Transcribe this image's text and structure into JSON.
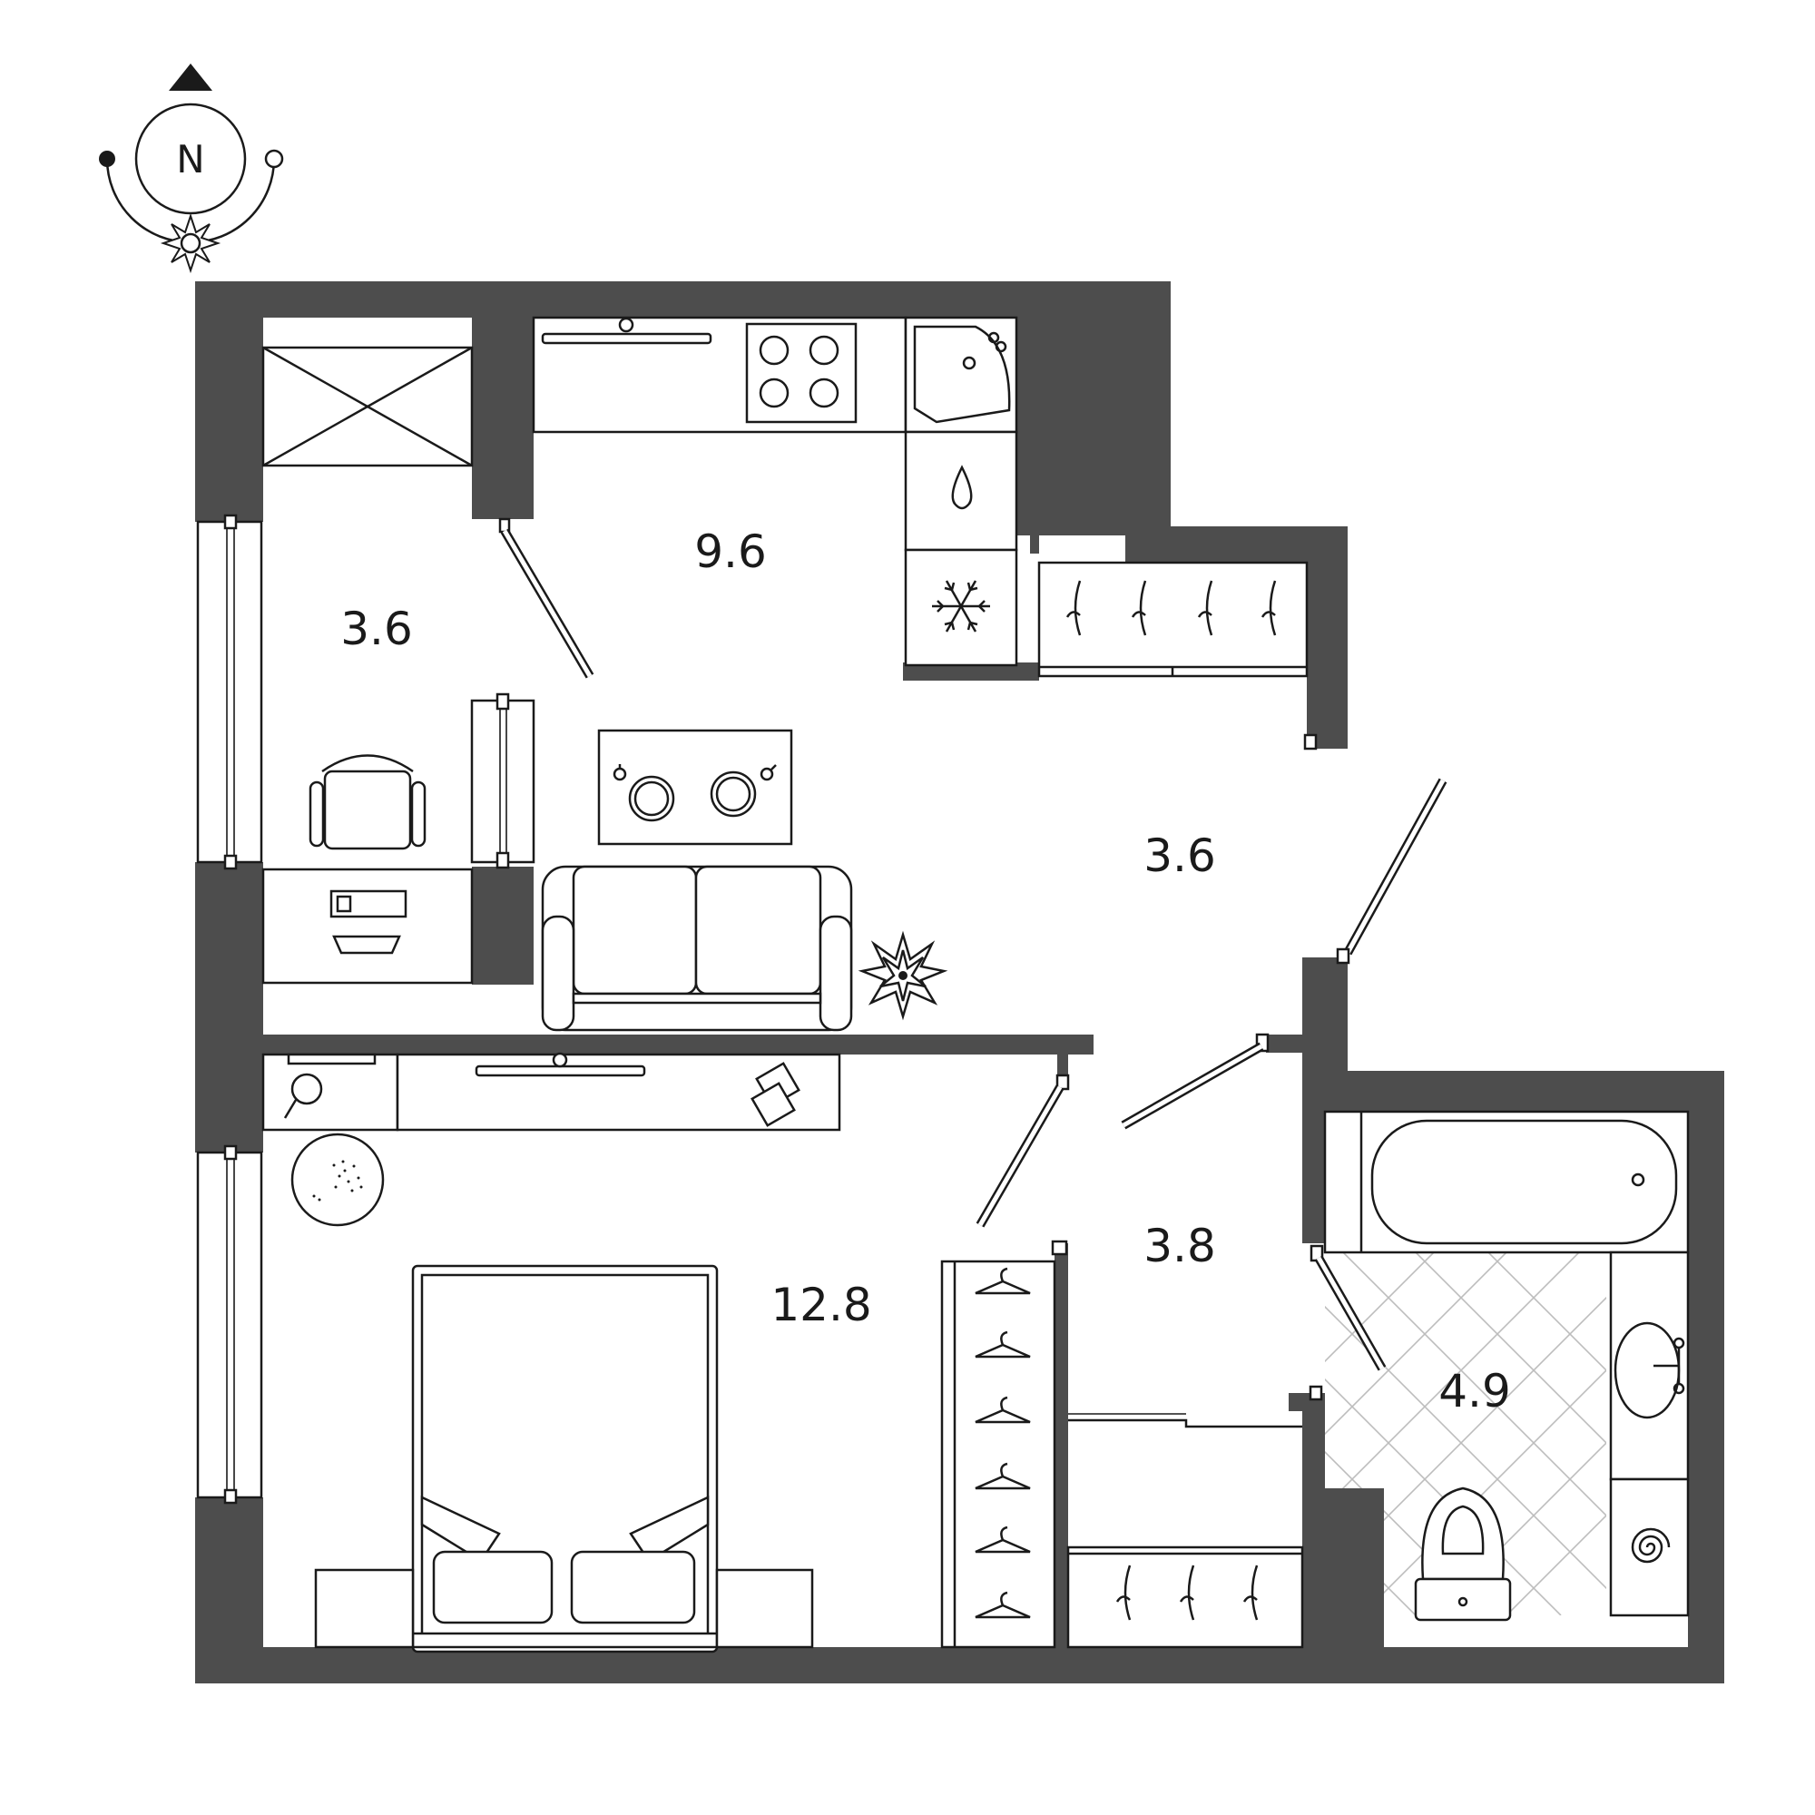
{
  "compass": {
    "north_label": "N",
    "icon": "compass-north-icon"
  },
  "rooms": [
    {
      "id": "balcony",
      "area": "3.6"
    },
    {
      "id": "kitchen-living",
      "area": "9.6"
    },
    {
      "id": "hallway",
      "area": "3.6"
    },
    {
      "id": "corridor",
      "area": "3.8"
    },
    {
      "id": "bedroom",
      "area": "12.8"
    },
    {
      "id": "bathroom",
      "area": "4.9"
    }
  ],
  "colors": {
    "wall": "#4d4d4d",
    "line": "#1a1a1a",
    "tile": "#bdbdbd",
    "background": "#ffffff"
  }
}
